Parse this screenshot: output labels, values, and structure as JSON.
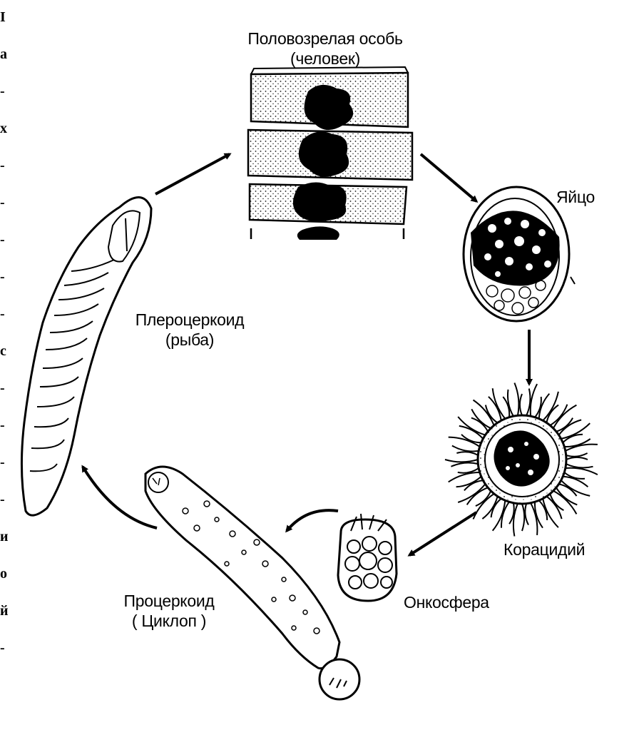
{
  "stages": {
    "adult": {
      "line1": "Половозрелая особь",
      "line2": "(человек)"
    },
    "egg": {
      "label": "Яйцо"
    },
    "coracidium": {
      "label": "Корацидий"
    },
    "oncosphere": {
      "label": "Онкосфера"
    },
    "procercoid": {
      "line1": "Процеркоид",
      "line2": "( Циклоп )"
    },
    "plerocercoid": {
      "line1": "Плероцеркоид",
      "line2": "(рыба)"
    }
  },
  "margin_text": [
    "I",
    "a",
    "-",
    "x",
    "-",
    "-",
    "-",
    "-",
    "-",
    "c",
    "-",
    "-",
    "-",
    "-",
    "и",
    "o",
    "й",
    "-"
  ],
  "colors": {
    "ink": "#000000",
    "paper": "#ffffff",
    "stipple": "#1a1a1a"
  }
}
